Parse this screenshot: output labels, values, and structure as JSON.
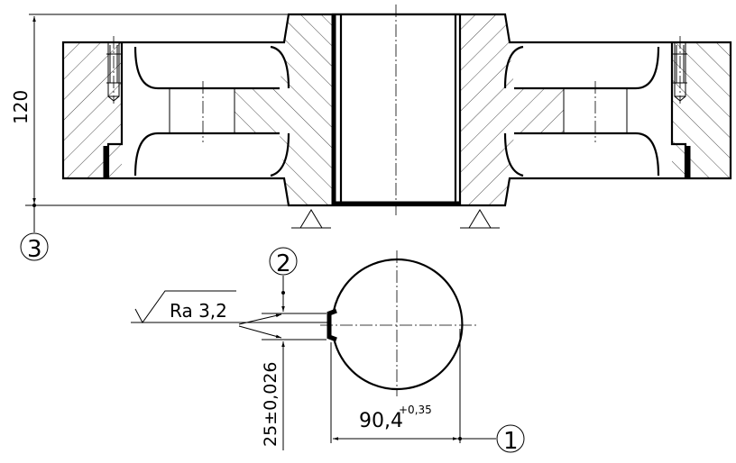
{
  "dimensions": {
    "height_label": "120",
    "keyway_depth_label": "90,4",
    "keyway_depth_tolerance": "+0,35",
    "keyway_width_label": "25±0,026",
    "roughness_label": "Ra 3,2"
  },
  "bases": {
    "base_1": "1",
    "base_2": "2",
    "base_3": "3"
  }
}
